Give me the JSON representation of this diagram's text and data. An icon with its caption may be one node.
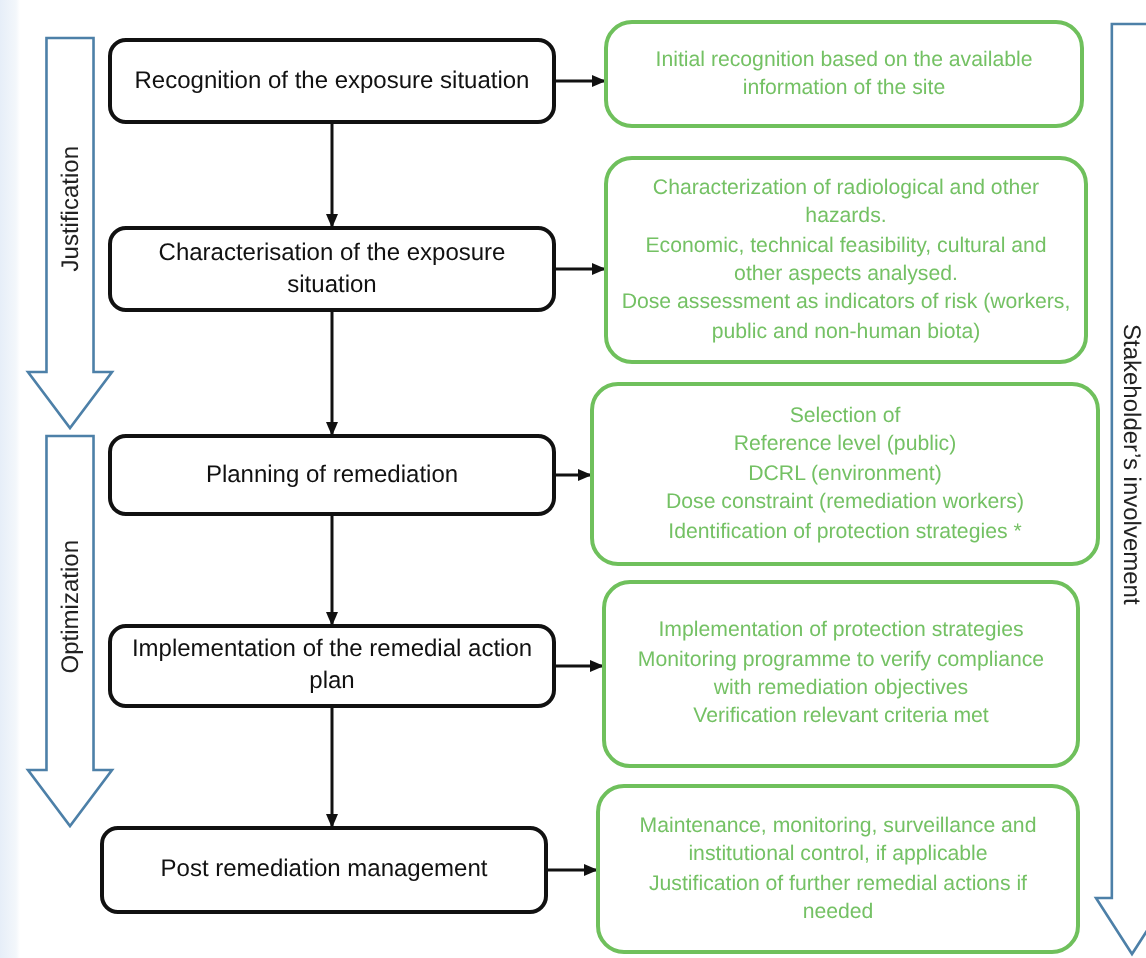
{
  "diagram": {
    "nodes": [
      {
        "text": [
          "Recognition of the exposure situation"
        ]
      },
      {
        "text": [
          "Initial recognition based on  the available information of the site"
        ]
      },
      {
        "text": [
          "Characterisation of the exposure situation"
        ]
      },
      {
        "text": [
          "Characterization of radiological and other hazards.",
          "Economic, technical feasibility, cultural and other aspects analysed.",
          "Dose assessment as indicators of risk (workers, public and non-human biota)"
        ]
      },
      {
        "text": [
          "Planning of remediation"
        ]
      },
      {
        "text": [
          "Selection of",
          "Reference level (public)",
          "DCRL (environment)",
          "Dose constraint (remediation workers)",
          "Identification of protection strategies *"
        ]
      },
      {
        "text": [
          "Implementation of the remedial action plan"
        ]
      },
      {
        "text": [
          "Implementation  of protection strategies",
          "Monitoring programme to verify compliance with remediation objectives",
          "Verification relevant criteria met"
        ]
      },
      {
        "text": [
          "Post remediation management"
        ]
      },
      {
        "text": [
          "Maintenance, monitoring, surveillance and institutional control, if applicable",
          "Justification of further remedial actions if needed"
        ]
      },
      {
        "text": [
          "Justification"
        ]
      },
      {
        "text": [
          "Optimization"
        ]
      },
      {
        "text": [
          "Stakeholder’s involvement"
        ]
      }
    ],
    "edges": [
      {
        "from": 0,
        "to": 1,
        "arrow": "to"
      },
      {
        "from": 0,
        "to": 2,
        "arrow": "to"
      },
      {
        "from": 2,
        "to": 3,
        "arrow": "to"
      },
      {
        "from": 2,
        "to": 4,
        "arrow": "to"
      },
      {
        "from": 4,
        "to": 5,
        "arrow": "to"
      },
      {
        "from": 4,
        "to": 6,
        "arrow": "to"
      },
      {
        "from": 6,
        "to": 7,
        "arrow": "to"
      },
      {
        "from": 6,
        "to": 8,
        "arrow": "to"
      },
      {
        "from": 8,
        "to": 9,
        "arrow": "to"
      }
    ]
  }
}
